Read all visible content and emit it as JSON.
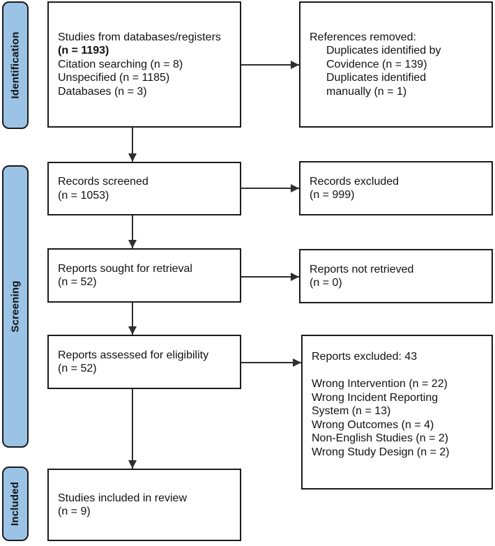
{
  "stages": {
    "identification": "Identification",
    "screening": "Screening",
    "included": "Included"
  },
  "boxes": {
    "identified": {
      "l1": "Studies from databases/registers",
      "l2": "(n = 1193)",
      "l3": "Citation searching (n = 8)",
      "l4": "Unspecified (n = 1185)",
      "l5": "Databases (n = 3)"
    },
    "references_removed": {
      "l1": "References removed:",
      "l2": "Duplicates identified by",
      "l3": "Covidence (n = 139)",
      "l4": "Duplicates identified",
      "l5": "manually (n = 1)"
    },
    "records_screened": {
      "l1": "Records screened",
      "l2": "(n = 1053)"
    },
    "records_excluded": {
      "l1": "Records excluded",
      "l2": "(n = 999)"
    },
    "reports_sought": {
      "l1": "Reports sought for retrieval",
      "l2": "(n = 52)"
    },
    "reports_not_retrieved": {
      "l1": "Reports not retrieved",
      "l2": "(n = 0)"
    },
    "reports_assessed": {
      "l1": "Reports assessed for eligibility",
      "l2": "(n = 52)"
    },
    "reports_excluded": {
      "l1": "Reports excluded: 43",
      "l2": "Wrong Intervention (n = 22)",
      "l3": "Wrong Incident Reporting",
      "l4": "System (n = 13)",
      "l5": "Wrong Outcomes (n = 4)",
      "l6": "Non-English Studies (n = 2)",
      "l7": "Wrong Study Design (n = 2)"
    },
    "studies_included": {
      "l1": "Studies included in review",
      "l2": "(n = 9)"
    }
  },
  "colors": {
    "stage_fill": "#9ac3e6",
    "stage_border": "#1a1a1a",
    "box_border": "#1a1a1a",
    "arrow": "#2e2e2e",
    "text": "#111111"
  }
}
